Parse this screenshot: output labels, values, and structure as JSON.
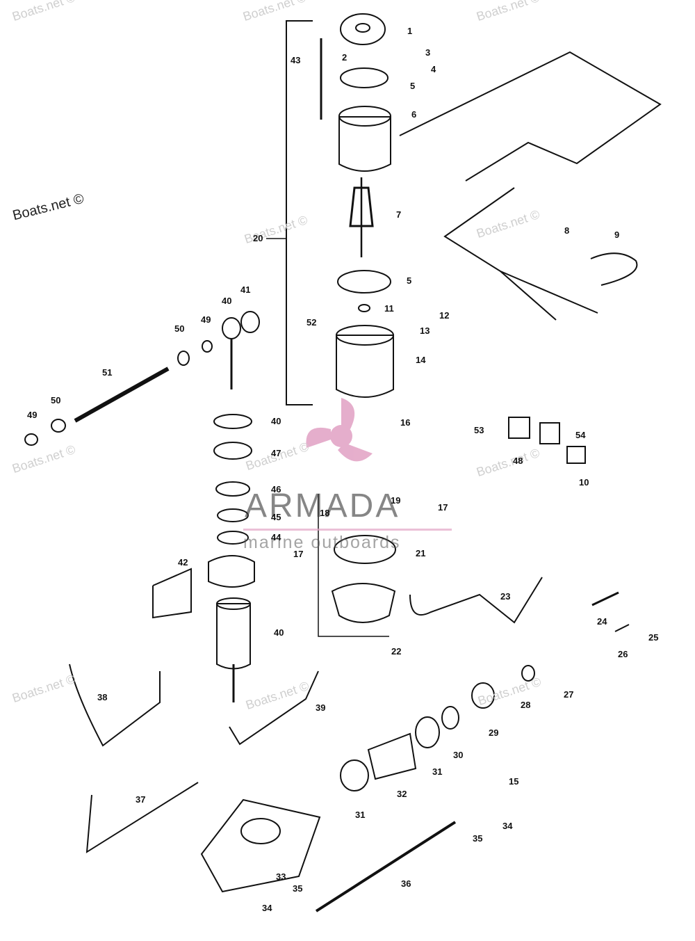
{
  "copyright": "Boats.net ©",
  "watermark_text": "Boats.net ©",
  "brand": {
    "name": "ARMADA",
    "tagline": "marine outboards",
    "accent_color": "#e3a6c7"
  },
  "line_color": "#111111",
  "callouts": [
    "1",
    "2",
    "3",
    "4",
    "5",
    "6",
    "43",
    "7",
    "8",
    "20",
    "9",
    "5",
    "11",
    "52",
    "12",
    "13",
    "14",
    "41",
    "40",
    "49",
    "50",
    "51",
    "50",
    "49",
    "16",
    "53",
    "54",
    "40",
    "47",
    "48",
    "10",
    "46",
    "19",
    "45",
    "18",
    "17",
    "44",
    "17",
    "21",
    "42",
    "23",
    "24",
    "40",
    "25",
    "22",
    "26",
    "38",
    "27",
    "39",
    "28",
    "29",
    "30",
    "31",
    "37",
    "15",
    "32",
    "31",
    "34",
    "35",
    "33",
    "35",
    "36",
    "34"
  ]
}
